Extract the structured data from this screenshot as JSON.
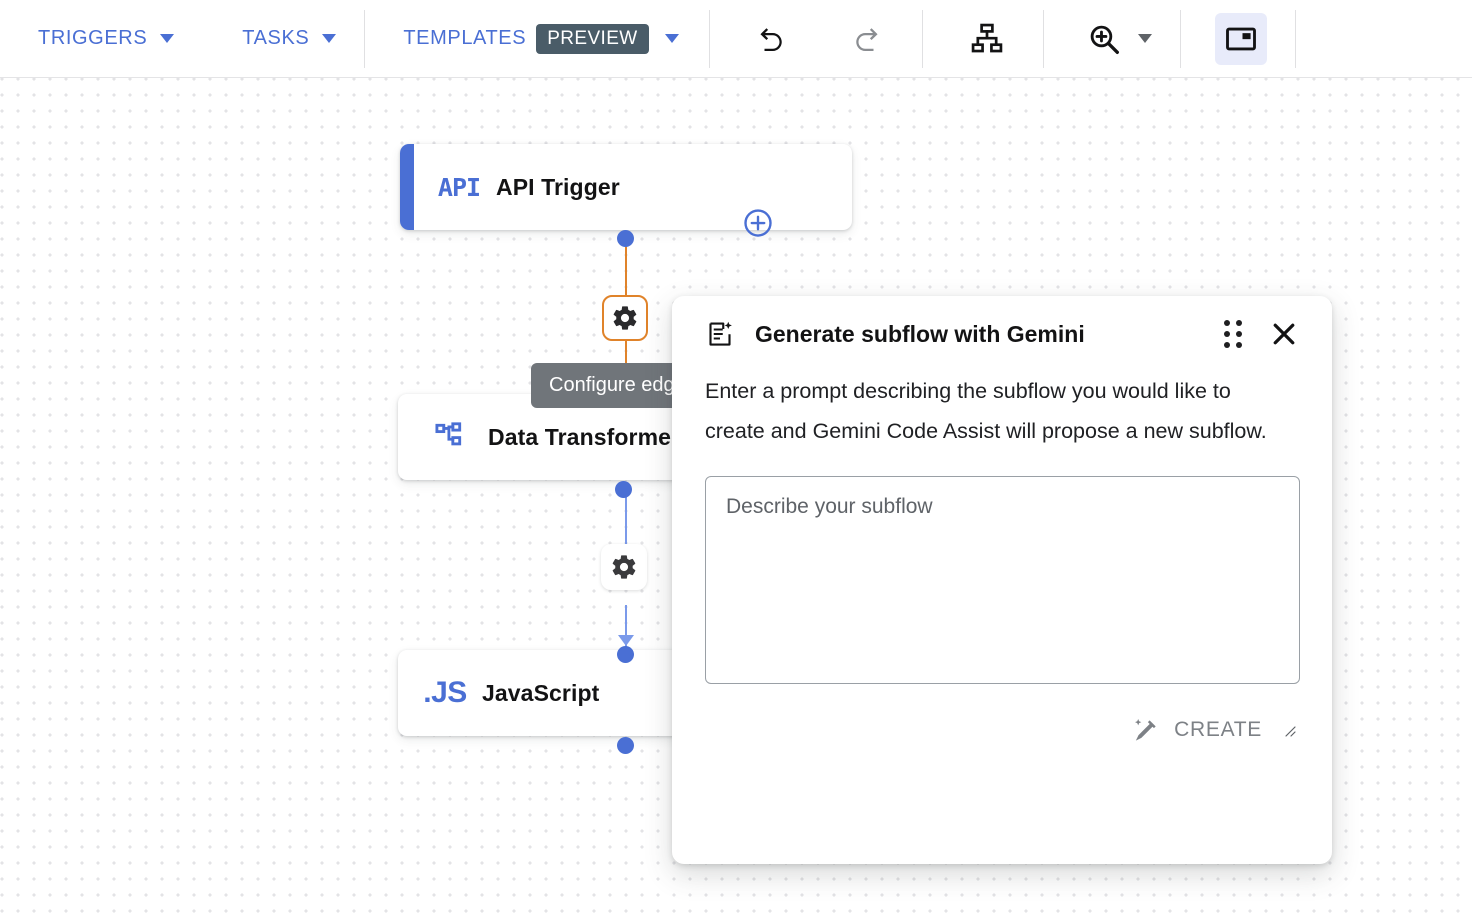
{
  "toolbar": {
    "menus": [
      {
        "label": "TRIGGERS",
        "icon": "chevron-down-icon"
      },
      {
        "label": "TASKS",
        "icon": "chevron-down-icon"
      },
      {
        "label": "TEMPLATES",
        "badge": "PREVIEW",
        "icon": "chevron-down-icon"
      }
    ],
    "buttons": [
      {
        "name": "undo-button",
        "icon": "undo-icon",
        "state": "enabled"
      },
      {
        "name": "redo-button",
        "icon": "redo-icon",
        "state": "disabled"
      },
      {
        "name": "auto-layout-button",
        "icon": "org-chart-icon",
        "state": "enabled"
      },
      {
        "name": "zoom-button",
        "icon": "zoom-in-icon",
        "state": "enabled"
      },
      {
        "name": "toggle-panel-button",
        "icon": "picture-in-picture-icon",
        "state": "active"
      }
    ],
    "colors": {
      "menu_blue": "#4a6fd4",
      "badge_bg": "#4a5c68",
      "active_bg": "#e8ebfa"
    }
  },
  "canvas": {
    "nodes": [
      {
        "id": "api-trigger",
        "icon_text": "API",
        "label": "API Trigger",
        "accent": true
      },
      {
        "id": "data-transformer",
        "icon_text": "",
        "label": "Data Transformer",
        "accent": false
      },
      {
        "id": "javascript",
        "icon_text": ".JS",
        "label": "JavaScript",
        "accent": false
      }
    ],
    "edges": [
      {
        "id": "edge-api-to-dt",
        "selected": true,
        "color": "#e0832a"
      },
      {
        "id": "edge-dt-to-js",
        "selected": false,
        "color": "#7b9aea"
      }
    ],
    "add_node_icon": "plus-circle-icon",
    "tooltip": "Configure edge"
  },
  "panel": {
    "title": "Generate subflow with Gemini",
    "title_icon": "document-sparkle-icon",
    "drag_handle_icon": "drag-handle-icon",
    "close_icon": "close-icon",
    "description": "Enter a prompt describing the subflow you would like to create and Gemini Code Assist will propose a new subflow.",
    "input": {
      "placeholder": "Describe your subflow",
      "value": ""
    },
    "create_label": "CREATE",
    "create_icon": "magic-wand-icon",
    "create_enabled": false
  }
}
